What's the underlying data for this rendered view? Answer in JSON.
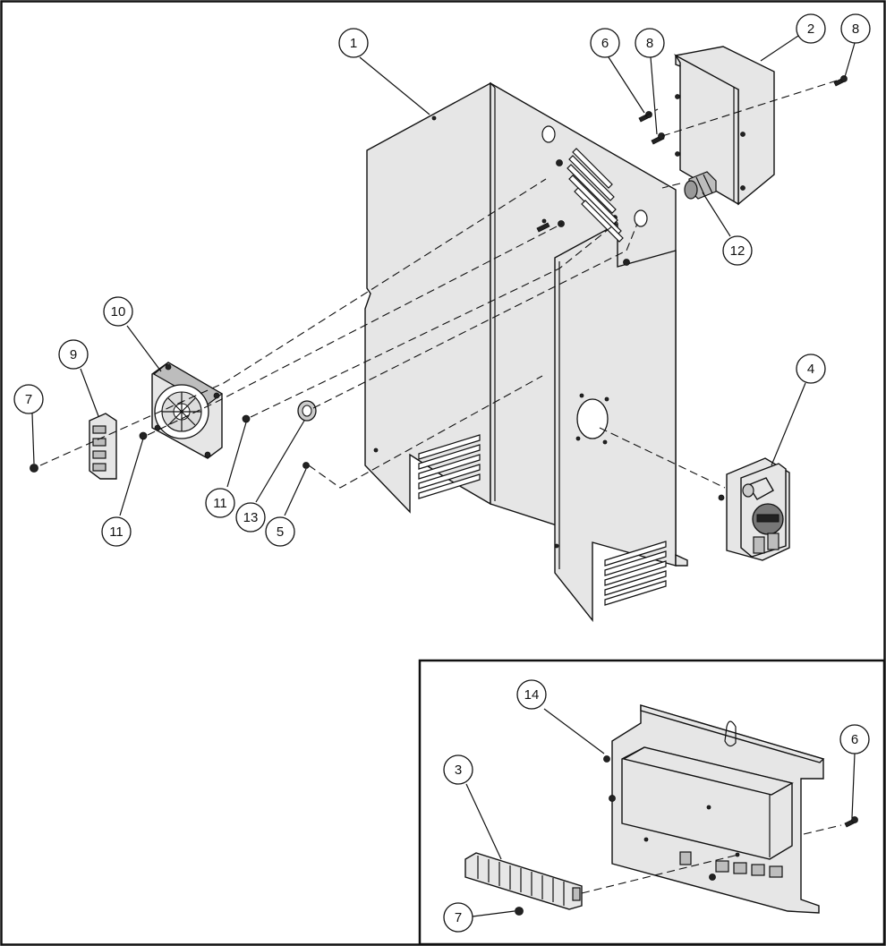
{
  "callouts": [
    {
      "id": "c1",
      "label": "1"
    },
    {
      "id": "c2",
      "label": "2"
    },
    {
      "id": "c6a",
      "label": "6"
    },
    {
      "id": "c8a",
      "label": "8"
    },
    {
      "id": "c8b",
      "label": "8"
    },
    {
      "id": "c12",
      "label": "12"
    },
    {
      "id": "c10",
      "label": "10"
    },
    {
      "id": "c9",
      "label": "9"
    },
    {
      "id": "c7a",
      "label": "7"
    },
    {
      "id": "c11a",
      "label": "11"
    },
    {
      "id": "c11b",
      "label": "11"
    },
    {
      "id": "c13",
      "label": "13"
    },
    {
      "id": "c5",
      "label": "5"
    },
    {
      "id": "c4",
      "label": "4"
    },
    {
      "id": "c14",
      "label": "14"
    },
    {
      "id": "c6b",
      "label": "6"
    },
    {
      "id": "c3",
      "label": "3"
    },
    {
      "id": "c7b",
      "label": "7"
    }
  ]
}
